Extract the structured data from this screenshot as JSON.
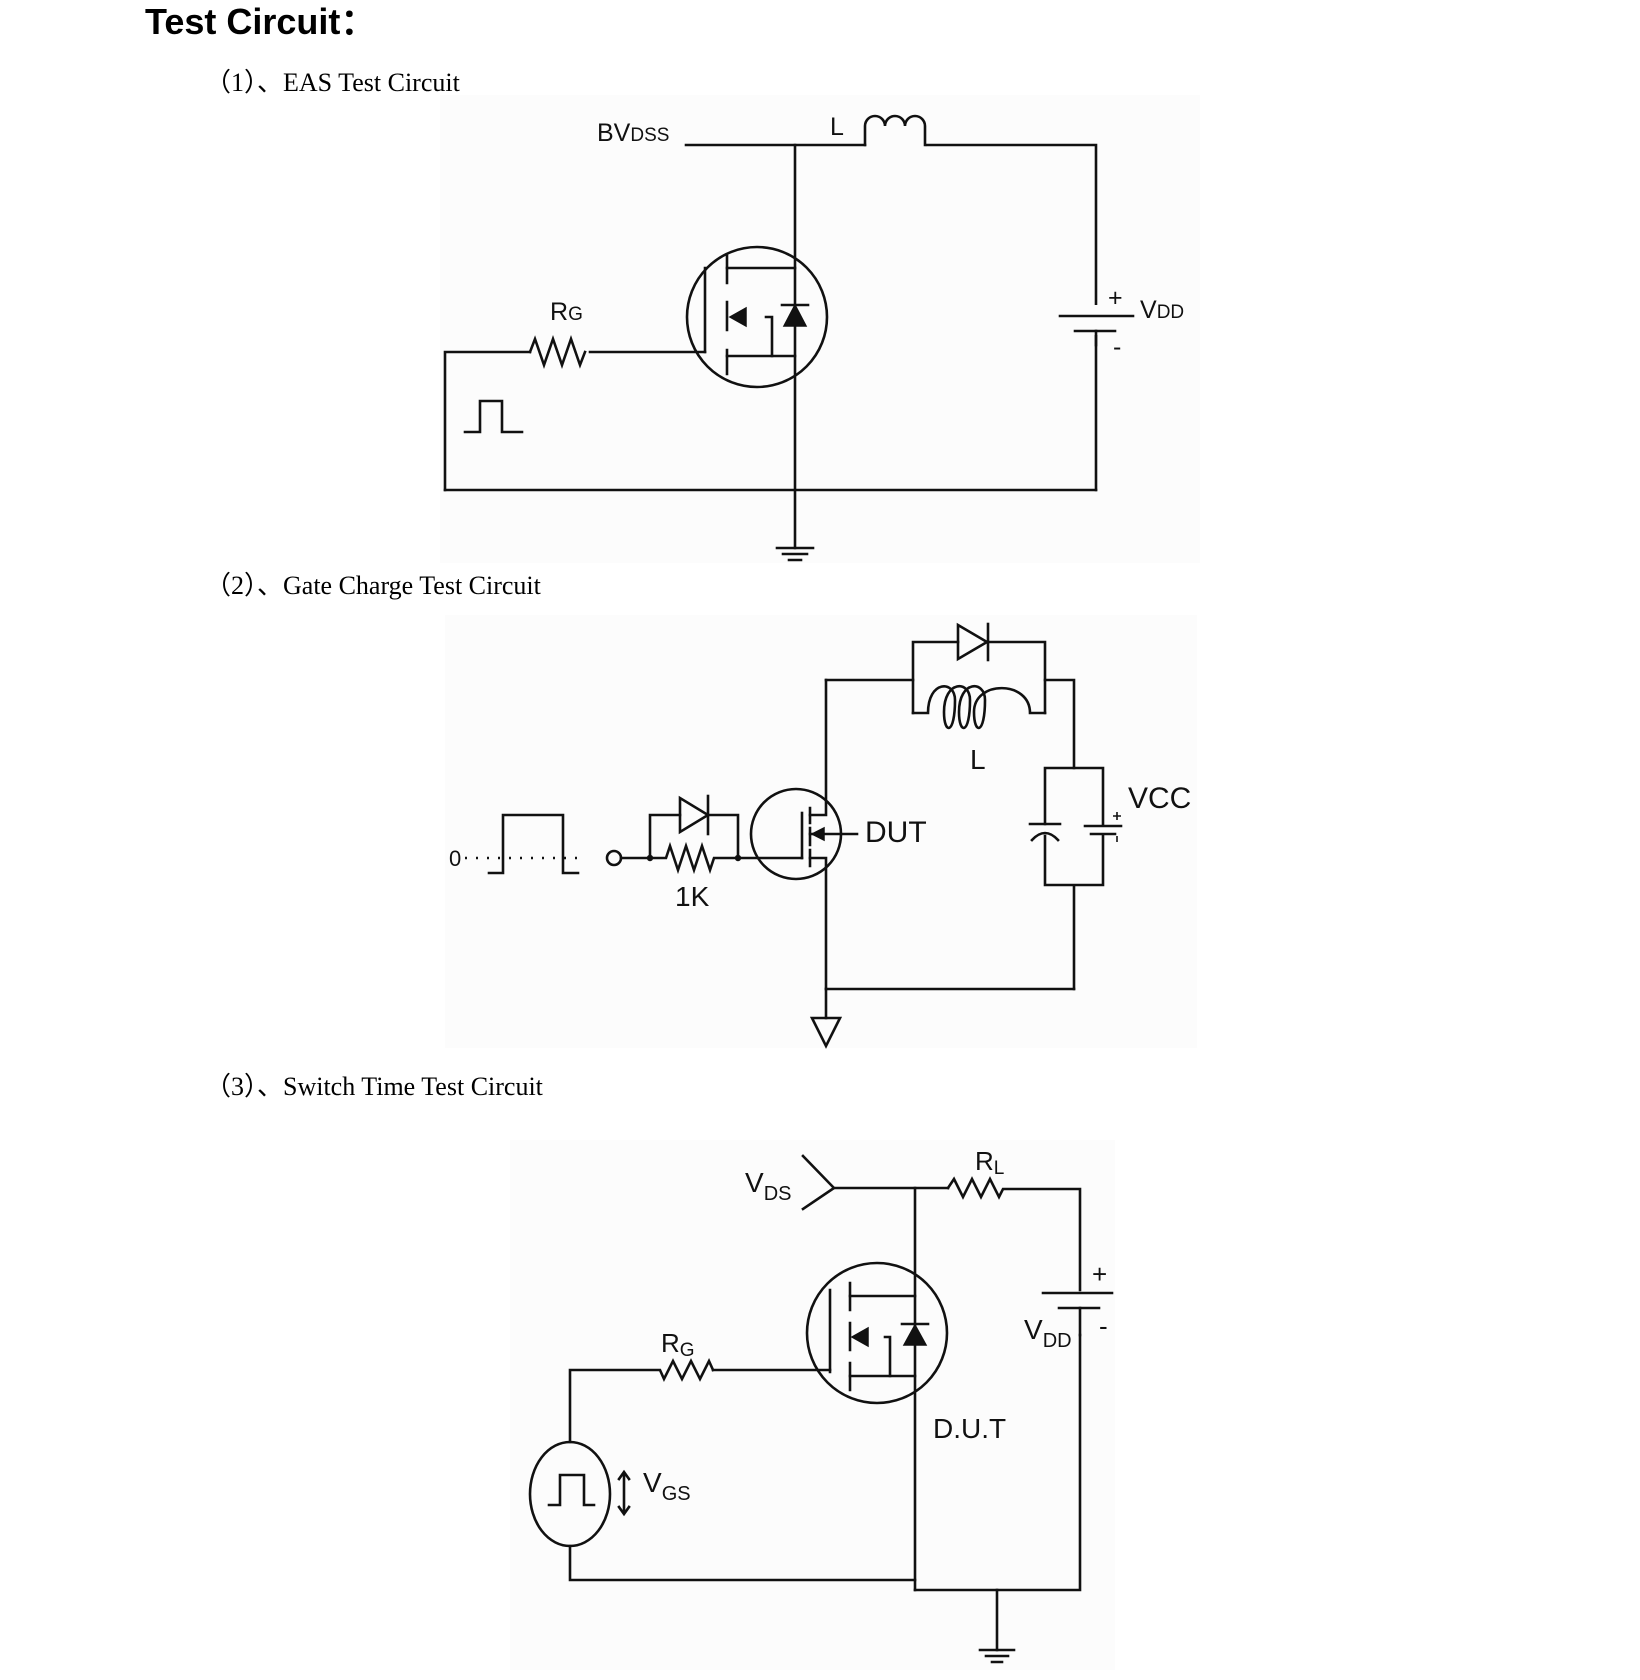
{
  "page": {
    "title": "Test Circuit：",
    "sections": [
      {
        "heading": "（1）、EAS Test Circuit"
      },
      {
        "heading": "（2）、Gate Charge Test Circuit"
      },
      {
        "heading": "（3）、Switch Time Test Circuit"
      }
    ]
  },
  "eas_circuit": {
    "bvdss_label": "BV",
    "bvdss_sub": "DSS",
    "inductor_label": "L",
    "rg_label": "R",
    "rg_sub": "G",
    "vdd_label": "V",
    "vdd_sub": "DD",
    "plus": "+",
    "minus": "-"
  },
  "gate_charge_circuit": {
    "zero_label": "0",
    "resistor_label": "1K",
    "dut_label": "DUT",
    "inductor_label": "L",
    "vcc_label": "VCC",
    "plus": "+"
  },
  "switch_time_circuit": {
    "vds_label": "V",
    "vds_sub": "DS",
    "rl_label": "R",
    "rl_sub": "L",
    "rg_label": "R",
    "rg_sub": "G",
    "vdd_label": "V",
    "vdd_sub": "DD",
    "plus": "+",
    "minus": "-",
    "dut_label": "D.U.T",
    "vgs_label": "V",
    "vgs_sub": "GS"
  }
}
